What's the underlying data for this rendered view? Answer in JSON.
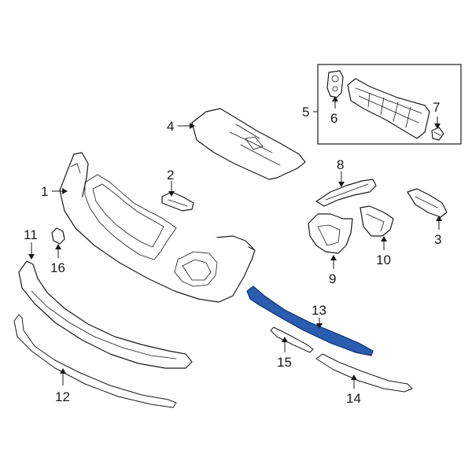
{
  "diagram": {
    "highlight_color": "#2a5db0",
    "highlighted_part": "13",
    "callouts": {
      "c1": "1",
      "c2": "2",
      "c3": "3",
      "c4": "4",
      "c5": "5",
      "c6": "6",
      "c7": "7",
      "c8": "8",
      "c9": "9",
      "c10": "10",
      "c11": "11",
      "c12": "12",
      "c13": "13",
      "c14": "14",
      "c15": "15",
      "c16": "16"
    }
  }
}
